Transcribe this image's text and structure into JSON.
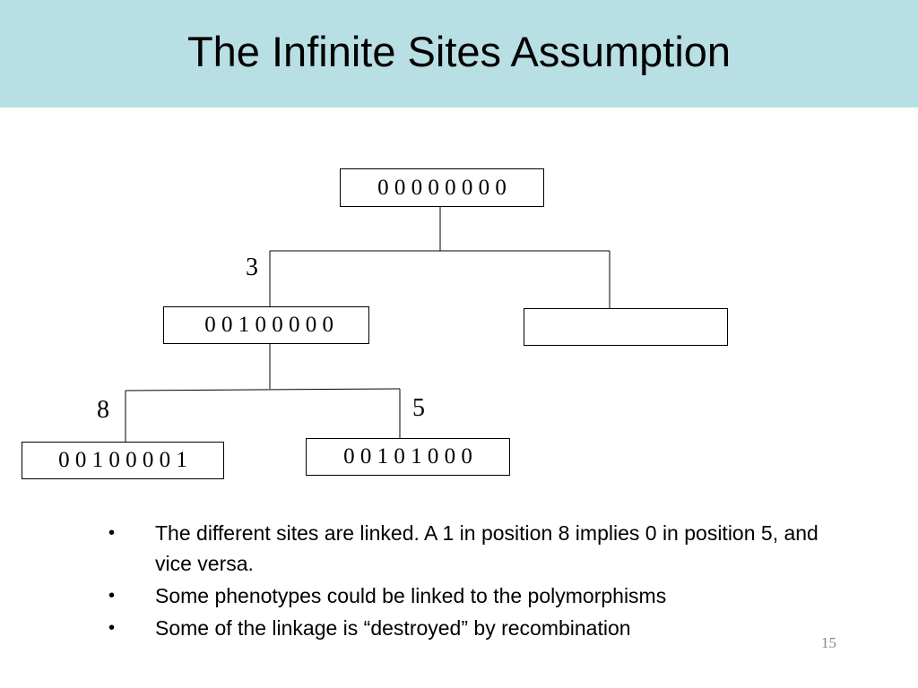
{
  "slide": {
    "title": "The Infinite Sites Assumption",
    "page_number": "15"
  },
  "tree": {
    "root": "0 0 0 0 0 0 0 0",
    "mid_left": " 0 0 1 0 0 0 0 0",
    "mid_right": "",
    "leaf_left": "0 0 1 0 0 0 0 1",
    "leaf_right": "0 0 1 0 1 0 0 0",
    "label_3": "3",
    "label_8": "8",
    "label_5": "5"
  },
  "bullets": [
    {
      "marker": "•",
      "text": "The different sites are linked.  A 1 in position 8 implies 0 in position 5, and vice versa."
    },
    {
      "marker": "•",
      "text": "Some phenotypes could be linked to the polymorphisms"
    },
    {
      "marker": "•",
      "text": "Some of the linkage is “destroyed” by recombination"
    }
  ],
  "colors": {
    "title_background": "#b8dfe3",
    "line": "#000000",
    "page_number": "#888888"
  }
}
